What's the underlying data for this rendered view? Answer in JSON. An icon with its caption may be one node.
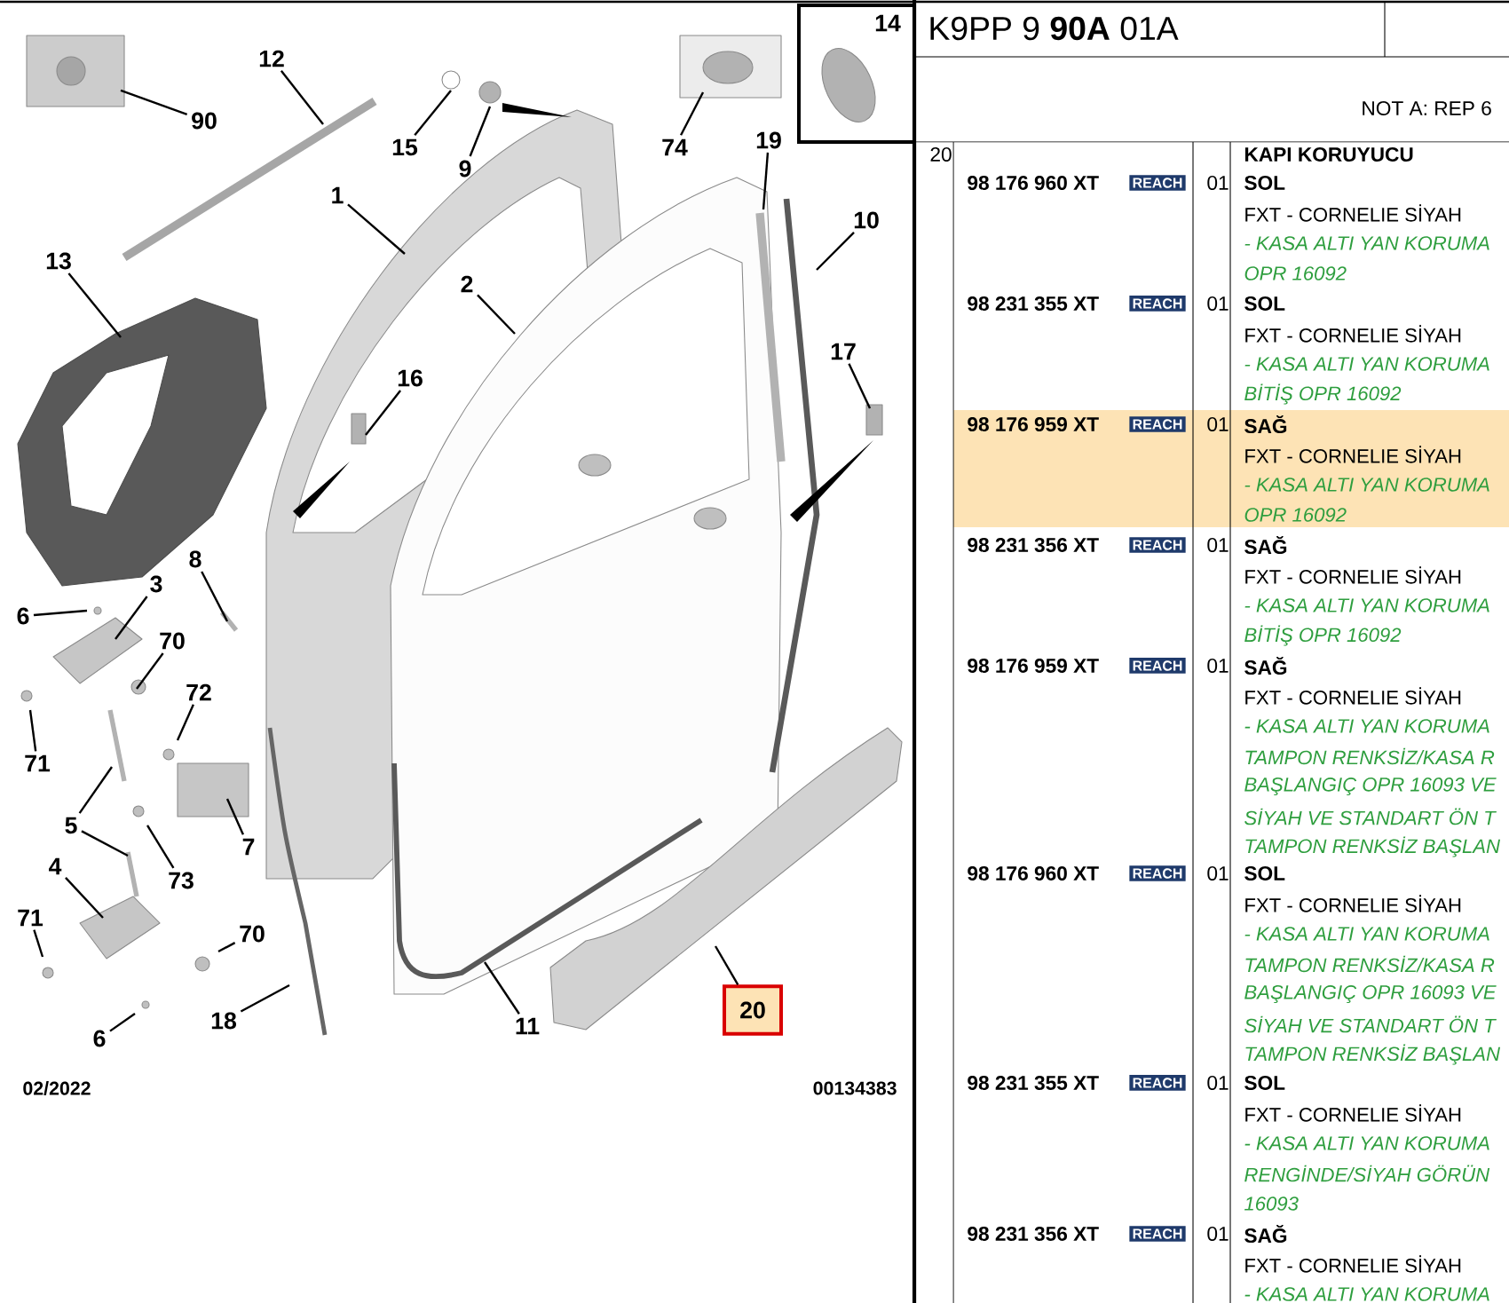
{
  "diagram": {
    "nodes": [
      {
        "text": [
          "90"
        ]
      },
      {
        "text": [
          "12"
        ]
      },
      {
        "text": [
          "15"
        ]
      },
      {
        "text": [
          "9"
        ]
      },
      {
        "text": [
          "74"
        ]
      },
      {
        "text": [
          "14"
        ]
      },
      {
        "text": [
          "19"
        ]
      },
      {
        "text": [
          "1"
        ]
      },
      {
        "text": [
          "10"
        ]
      },
      {
        "text": [
          "13"
        ]
      },
      {
        "text": [
          "2"
        ]
      },
      {
        "text": [
          "17"
        ]
      },
      {
        "text": [
          "16"
        ]
      },
      {
        "text": [
          "8"
        ]
      },
      {
        "text": [
          "3"
        ]
      },
      {
        "text": [
          "6"
        ]
      },
      {
        "text": [
          "70"
        ]
      },
      {
        "text": [
          "71"
        ]
      },
      {
        "text": [
          "72"
        ]
      },
      {
        "text": [
          "5"
        ]
      },
      {
        "text": [
          "7"
        ]
      },
      {
        "text": [
          "73"
        ]
      },
      {
        "text": [
          "4"
        ]
      },
      {
        "text": [
          "71"
        ]
      },
      {
        "text": [
          "70"
        ]
      },
      {
        "text": [
          "18"
        ]
      },
      {
        "text": [
          "6"
        ]
      },
      {
        "text": [
          "11"
        ]
      },
      {
        "text": [
          "20"
        ]
      }
    ],
    "edges": [
      {
        "from": 0,
        "to": null,
        "arrow": "none"
      },
      {
        "from": 1,
        "to": null,
        "arrow": "none"
      },
      {
        "from": 2,
        "to": null,
        "arrow": "none"
      },
      {
        "from": 3,
        "to": null,
        "arrow": "none"
      },
      {
        "from": 4,
        "to": null,
        "arrow": "none"
      },
      {
        "from": 6,
        "to": null,
        "arrow": "none"
      },
      {
        "from": 7,
        "to": null,
        "arrow": "none"
      },
      {
        "from": 8,
        "to": null,
        "arrow": "none"
      },
      {
        "from": 9,
        "to": null,
        "arrow": "none"
      },
      {
        "from": 10,
        "to": null,
        "arrow": "none"
      },
      {
        "from": 11,
        "to": null,
        "arrow": "none"
      },
      {
        "from": 12,
        "to": null,
        "arrow": "none"
      },
      {
        "from": 13,
        "to": null,
        "arrow": "none"
      },
      {
        "from": 14,
        "to": null,
        "arrow": "none"
      },
      {
        "from": 15,
        "to": null,
        "arrow": "none"
      },
      {
        "from": 16,
        "to": null,
        "arrow": "none"
      },
      {
        "from": 17,
        "to": null,
        "arrow": "none"
      },
      {
        "from": 18,
        "to": null,
        "arrow": "none"
      },
      {
        "from": 19,
        "to": null,
        "arrow": "none"
      },
      {
        "from": 19,
        "to": null,
        "arrow": "none"
      },
      {
        "from": 20,
        "to": null,
        "arrow": "none"
      },
      {
        "from": 21,
        "to": null,
        "arrow": "none"
      },
      {
        "from": 22,
        "to": null,
        "arrow": "none"
      },
      {
        "from": 23,
        "to": null,
        "arrow": "none"
      },
      {
        "from": 24,
        "to": null,
        "arrow": "none"
      },
      {
        "from": 25,
        "to": null,
        "arrow": "none"
      },
      {
        "from": 26,
        "to": null,
        "arrow": "none"
      },
      {
        "from": 27,
        "to": null,
        "arrow": "none"
      },
      {
        "from": 28,
        "to": null,
        "arrow": "none"
      }
    ],
    "labels": [
      "K9PP 9 **90A** 01A",
      "NOT A: REP 6",
      "20",
      "KAPI KORUYUCU",
      "98 176 960 XT",
      "REACH",
      "01",
      "SOL",
      "FXT - CORNELIE SİYAH",
      "- KASA ALTI YAN KORUMA",
      "OPR 16092",
      "98 231 355 XT",
      "REACH",
      "01",
      "SOL",
      "FXT - CORNELIE SİYAH",
      "- KASA ALTI YAN KORUMA",
      "BİTİŞ OPR 16092",
      "98 176 959 XT",
      "REACH",
      "01",
      "SAĞ",
      "FXT - CORNELIE SİYAH",
      "- KASA ALTI YAN KORUMA",
      "OPR 16092",
      "98 231 356 XT",
      "REACH",
      "01",
      "SAĞ",
      "FXT - CORNELIE SİYAH",
      "- KASA ALTI YAN KORUMA",
      "BİTİŞ OPR 16092",
      "98 176 959 XT",
      "REACH",
      "01",
      "SAĞ",
      "FXT - CORNELIE SİYAH",
      "- KASA ALTI YAN KORUMA",
      "TAMPON RENKSİZ/KASA R",
      "BAŞLANGIÇ OPR 16093 VE",
      "SİYAH VE STANDART ÖN T",
      "TAMPON RENKSİZ BAŞLAN",
      "98 176 960 XT",
      "REACH",
      "01",
      "SOL",
      "FXT - CORNELIE SİYAH",
      "- KASA ALTI YAN KORUMA",
      "TAMPON RENKSİZ/KASA R",
      "BAŞLANGIÇ OPR 16093 VE",
      "SİYAH VE STANDART ÖN T",
      "TAMPON RENKSİZ BAŞLAN",
      "98 231 355 XT",
      "REACH",
      "01",
      "SOL",
      "FXT - CORNELIE SİYAH",
      "- KASA ALTI YAN KORUMA",
      "RENGİNDE/SİYAH GÖRÜN",
      "16093",
      "98 231 356 XT",
      "REACH",
      "01",
      "SAĞ",
      "FXT - CORNELIE SİYAH",
      "- KASA ALTI YAN KORUMA",
      "02/2022",
      "00134383"
    ]
  }
}
